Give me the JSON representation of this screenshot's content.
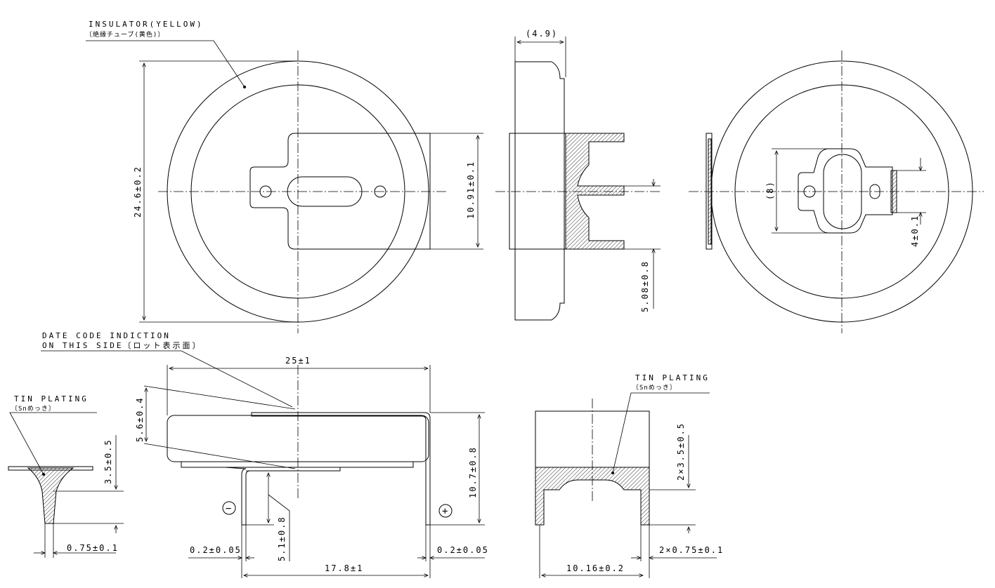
{
  "labels": {
    "insulator": "INSULATOR(YELLOW)",
    "insulator_jp": "〔絶縁チューブ(黄色)〕",
    "date_code_1": "DATE CODE INDICTION",
    "date_code_2": "ON THIS SIDE〔ロット表示面〕",
    "tin_left": "TIN PLATING",
    "tin_left_jp": "〔Snめっき〕",
    "tin_right": "TIN PLATING",
    "tin_right_jp": "〔Snめっき〕"
  },
  "dimensions": {
    "dia": "24.6±0.2",
    "tab_width": "10.91±0.1",
    "thickness": "(4.9)",
    "pin_offset": "5.08±0.8",
    "hole_span": "(8)",
    "tab_h": "4±0.1",
    "length": "25±1",
    "body_h": "5.6±0.4",
    "total_h": "10.7±0.8",
    "pin_len": "5.1±0.8",
    "pin_t_left": "0.2±0.05",
    "pin_t_right": "0.2±0.05",
    "pin_span": "17.8±1",
    "detail_h": "3.5±0.5",
    "detail_w": "0.75±0.1",
    "side_h": "2×3.5±0.5",
    "side_w": "2×0.75±0.1",
    "side_span": "10.16±0.2"
  },
  "polarity": {
    "minus": "−",
    "plus": "+"
  }
}
